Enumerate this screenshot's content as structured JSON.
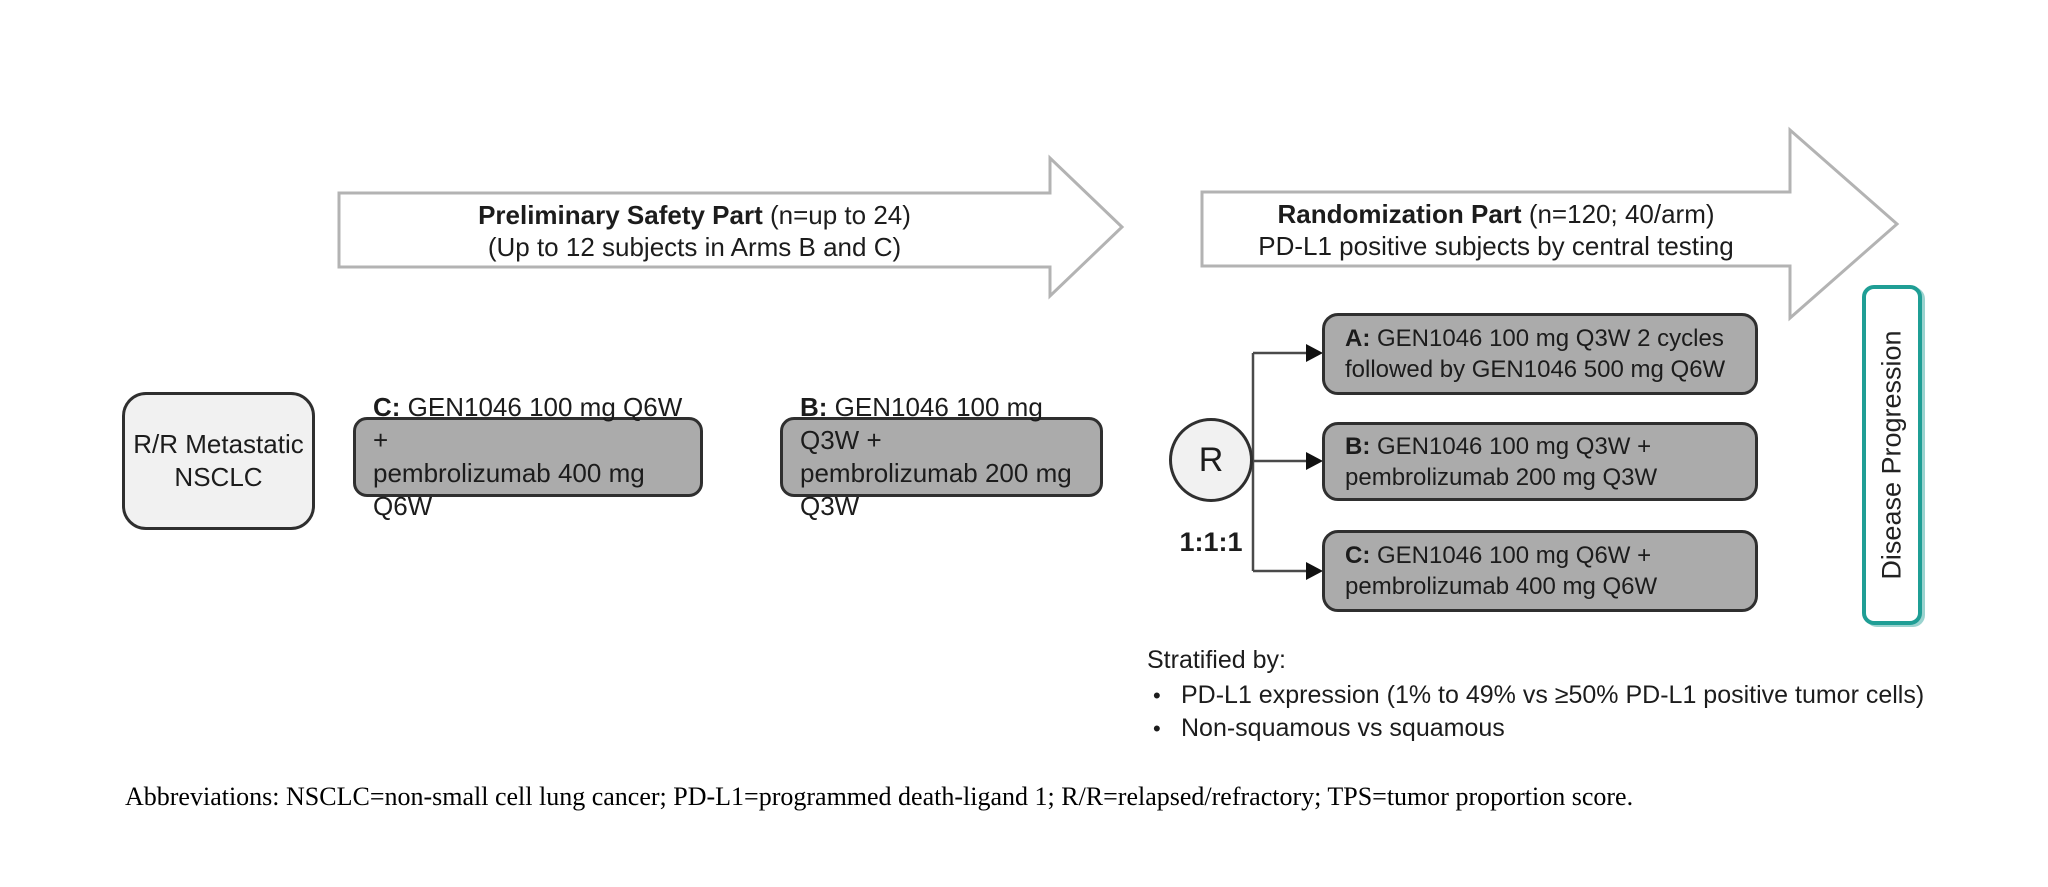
{
  "colors": {
    "teal": "#1f9e95",
    "box_gray": "#ababab",
    "box_light": "#f1f1f1",
    "box_border": "#2f2f2f",
    "arrow_border": "#b3b3b3",
    "text": "#1c1c1c",
    "connector": "#4a4a4a"
  },
  "phase_arrows": {
    "preliminary": {
      "title_bold": "Preliminary Safety Part",
      "title_rest": " (n=up to 24)",
      "subtitle": "(Up to 12 subjects in Arms B and C)"
    },
    "randomization": {
      "title_bold": "Randomization Part",
      "title_rest": " (n=120; 40/arm)",
      "subtitle": "PD-L1 positive subjects by central testing"
    }
  },
  "population_box": {
    "line1": "R/R Metastatic",
    "line2": "NSCLC"
  },
  "safety_arms": [
    {
      "letter": "C:",
      "line1_rest": " GEN1046 100 mg Q6W +",
      "line2": "pembrolizumab 400 mg Q6W"
    },
    {
      "letter": "B:",
      "line1_rest": " GEN1046 100 mg Q3W +",
      "line2": "pembrolizumab 200 mg Q3W"
    }
  ],
  "randomization": {
    "symbol": "R",
    "ratio": "1:1:1",
    "arms": [
      {
        "letter": "A:",
        "line1_rest": " GEN1046 100 mg Q3W 2 cycles",
        "line2": "followed by GEN1046 500 mg Q6W"
      },
      {
        "letter": "B:",
        "line1_rest": " GEN1046 100 mg Q3W +",
        "line2": "pembrolizumab 200 mg Q3W"
      },
      {
        "letter": "C:",
        "line1_rest": " GEN1046 100 mg Q6W +",
        "line2": "pembrolizumab 400 mg Q6W"
      }
    ]
  },
  "endpoint_box": {
    "label": "Disease Progression"
  },
  "stratification": {
    "heading": "Stratified by:",
    "bullet_glyph": "•",
    "bullets": [
      "PD-L1 expression (1% to 49% vs ≥50% PD-L1 positive tumor cells)",
      "Non-squamous vs squamous"
    ]
  },
  "footnote": "Abbreviations: NSCLC=non-small cell lung cancer; PD-L1=programmed death-ligand 1; R/R=relapsed/refractory; TPS=tumor proportion score."
}
